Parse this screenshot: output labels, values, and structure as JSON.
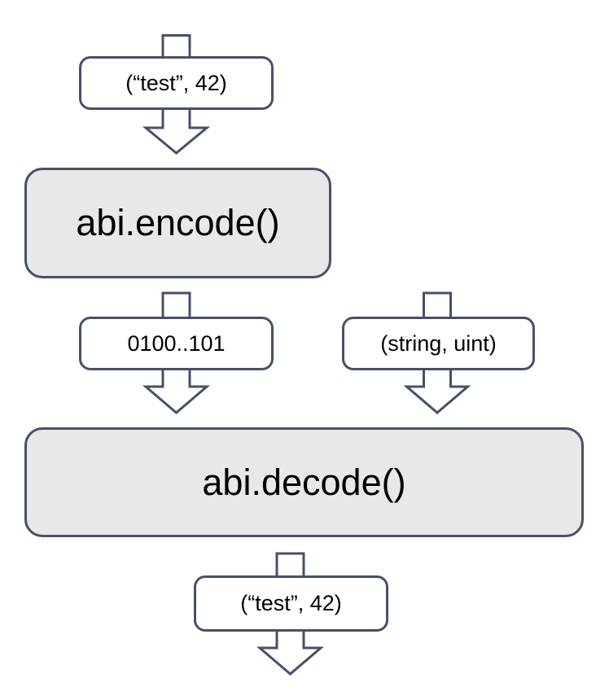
{
  "diagram": {
    "nodes": {
      "input_tuple": {
        "label": "(“test”, 42)"
      },
      "encode": {
        "label": "abi.encode()"
      },
      "encoded_bytes": {
        "label": "0100..101"
      },
      "type_tuple": {
        "label": "(string, uint)"
      },
      "decode": {
        "label": "abi.decode()"
      },
      "output_tuple": {
        "label": "(“test”, 42)"
      }
    },
    "edges": [
      {
        "through": "input_tuple",
        "to": "encode"
      },
      {
        "from": "encode",
        "through": "encoded_bytes",
        "to": "decode"
      },
      {
        "through": "type_tuple",
        "to": "decode"
      },
      {
        "from": "decode",
        "through": "output_tuple",
        "to": "end"
      }
    ],
    "colors": {
      "stroke": "#465168",
      "process_fill": "#e8e8e8",
      "label_fill": "#ffffff",
      "text": "#000000",
      "background": "#ffffff"
    }
  }
}
